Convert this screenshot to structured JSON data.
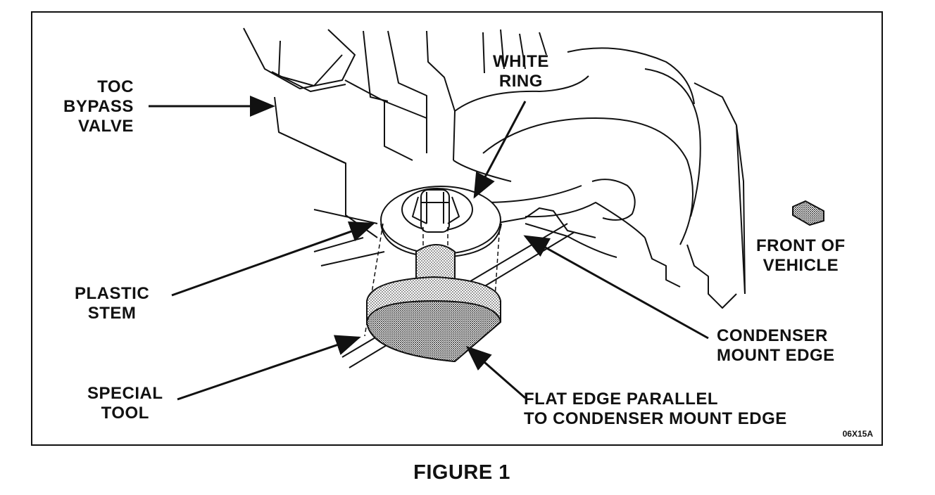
{
  "labels": {
    "toc_bypass_valve": [
      "TOC",
      "BYPASS",
      "VALVE"
    ],
    "white_ring": [
      "WHITE",
      "RING"
    ],
    "plastic_stem": [
      "PLASTIC",
      "STEM"
    ],
    "special_tool": [
      "SPECIAL",
      "TOOL"
    ],
    "front_of_vehicle": [
      "FRONT OF",
      "VEHICLE"
    ],
    "condenser_mount_edge": [
      "CONDENSER",
      "MOUNT EDGE"
    ],
    "flat_edge": [
      "FLAT EDGE PARALLEL",
      "TO CONDENSER MOUNT EDGE"
    ]
  },
  "figure_code": "06X15A",
  "caption": "FIGURE 1",
  "colors": {
    "ink": "#111111",
    "paper": "#ffffff",
    "shade": "#8a8a8a"
  }
}
